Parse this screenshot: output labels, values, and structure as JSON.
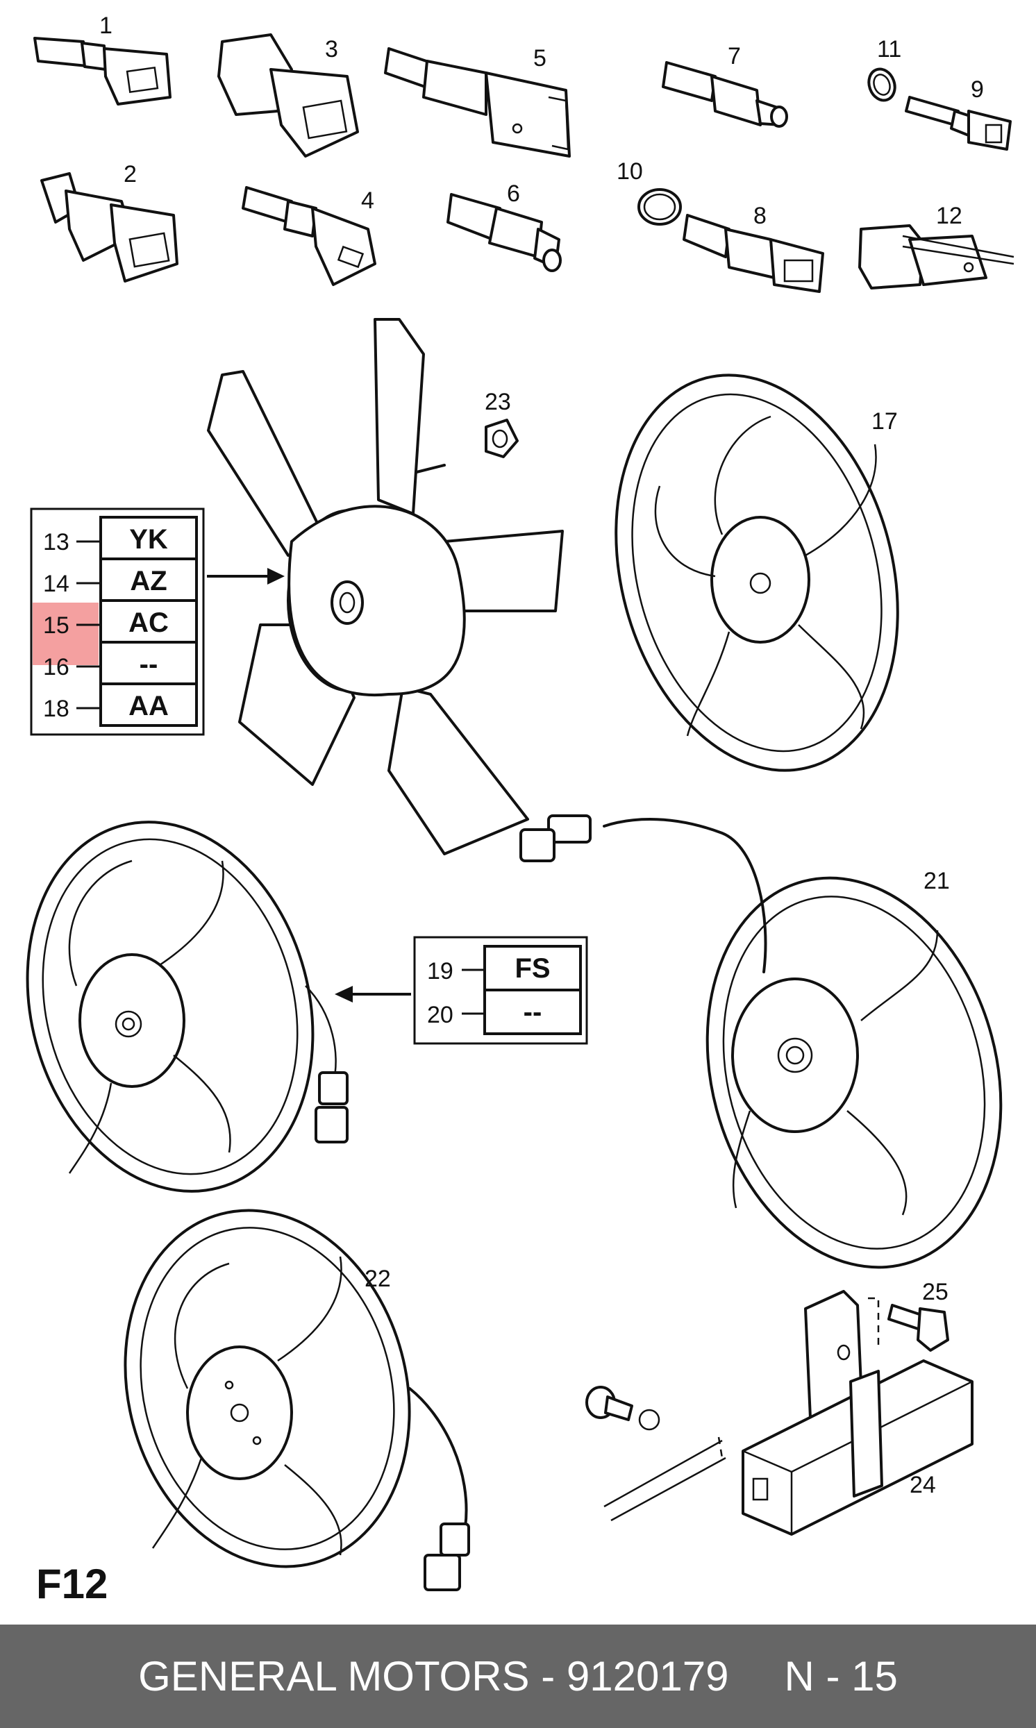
{
  "figure_id": "F12",
  "callouts": {
    "c1": "1",
    "c2": "2",
    "c3": "3",
    "c4": "4",
    "c5": "5",
    "c6": "6",
    "c7": "7",
    "c8": "8",
    "c9": "9",
    "c10": "10",
    "c11": "11",
    "c12": "12",
    "c17": "17",
    "c21": "21",
    "c22": "22",
    "c23": "23",
    "c24": "24",
    "c25": "25"
  },
  "code_table_1": {
    "rows": [
      {
        "num": "13",
        "code": "YK"
      },
      {
        "num": "14",
        "code": "AZ"
      },
      {
        "num": "15",
        "code": "AC"
      },
      {
        "num": "16",
        "code": "--"
      },
      {
        "num": "18",
        "code": "AA"
      }
    ],
    "highlighted_row": "15",
    "highlight_color": "#f4a0a0"
  },
  "code_table_2": {
    "rows": [
      {
        "num": "19",
        "code": "FS"
      },
      {
        "num": "20",
        "code": "--"
      }
    ]
  },
  "footer": {
    "brand": "GENERAL MOTORS",
    "dash": "-",
    "part_number": "9120179",
    "page": "N - 15",
    "background": "#666666"
  }
}
